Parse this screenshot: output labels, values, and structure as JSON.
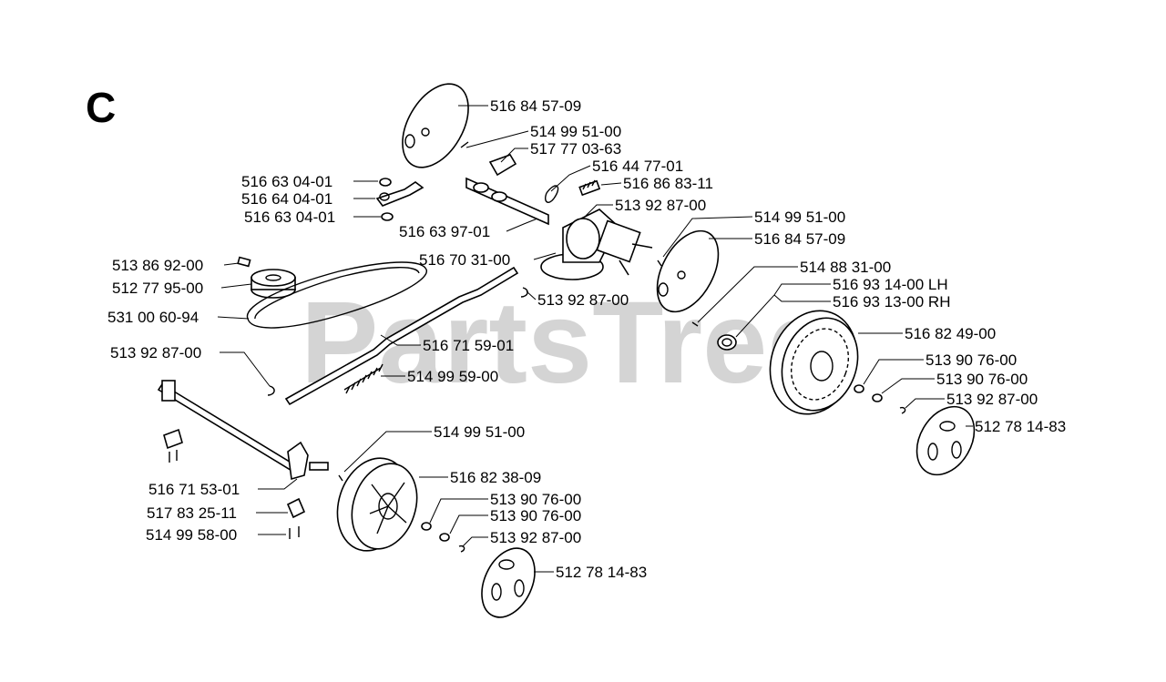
{
  "section_letter": "C",
  "watermark": "PartsTree",
  "callouts": [
    "516 84 57-09",
    "514 99 51-00",
    "517 77 03-63",
    "516 44 77-01",
    "516 63 04-01",
    "516 86 83-11",
    "516 64 04-01",
    "513 92 87-00",
    "516 63 04-01",
    "516 63 97-01",
    "514 99 51-00",
    "516 70 31-00",
    "516 84 57-09",
    "513 86 92-00",
    "514 88 31-00",
    "512 77 95-00",
    "513 92 87-00",
    "516 93 14-00 LH",
    "516 93 13-00 RH",
    "531 00 60-94",
    "516 82 49-00",
    "516 71 59-01",
    "513 92 87-00",
    "513 90 76-00",
    "514 99 59-00",
    "513 90 76-00",
    "513 92 87-00",
    "512 78 14-83",
    "514 99 51-00",
    "516 82 38-09",
    "516 71 53-01",
    "513 90 76-00",
    "517 83 25-11",
    "513 90 76-00",
    "514 99 58-00",
    "513 92 87-00",
    "512 78 14-83"
  ]
}
